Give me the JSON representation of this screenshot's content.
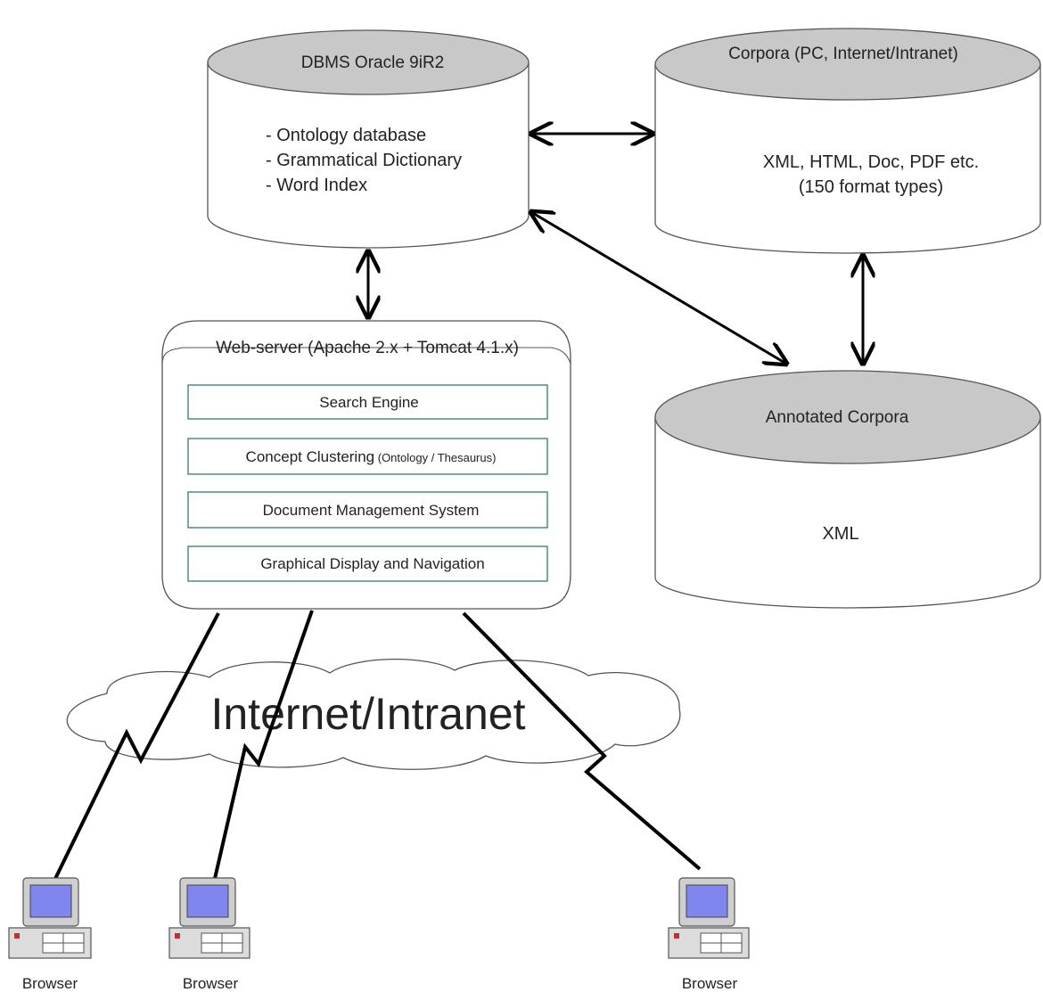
{
  "databases": {
    "dbms": {
      "title": "DBMS Oracle 9iR2",
      "items": [
        "- Ontology database",
        "- Grammatical Dictionary",
        "- Word Index"
      ]
    },
    "corpora": {
      "title": "Corpora (PC, Internet/Intranet)",
      "lines": [
        "XML, HTML, Doc, PDF etc.",
        "(150 format types)"
      ]
    },
    "annotated": {
      "title": "Annotated Corpora",
      "body": "XML"
    }
  },
  "webserver": {
    "title": "Web-server (Apache 2.x + Tomcat 4.1.x)",
    "modules": [
      {
        "label": "Search Engine",
        "note": ""
      },
      {
        "label": "Concept Clustering",
        "note": " (Ontology / Thesaurus)"
      },
      {
        "label": "Document Management System",
        "note": ""
      },
      {
        "label": "Graphical Display and Navigation",
        "note": ""
      }
    ]
  },
  "network": {
    "label": "Internet/Intranet"
  },
  "clients": [
    {
      "label": "Browser"
    },
    {
      "label": "Browser"
    },
    {
      "label": "Browser"
    }
  ],
  "colors": {
    "cylinder_top": "#c8c8c8",
    "module_border": "#2f7d6e",
    "outline": "#555555",
    "line": "#000000"
  }
}
